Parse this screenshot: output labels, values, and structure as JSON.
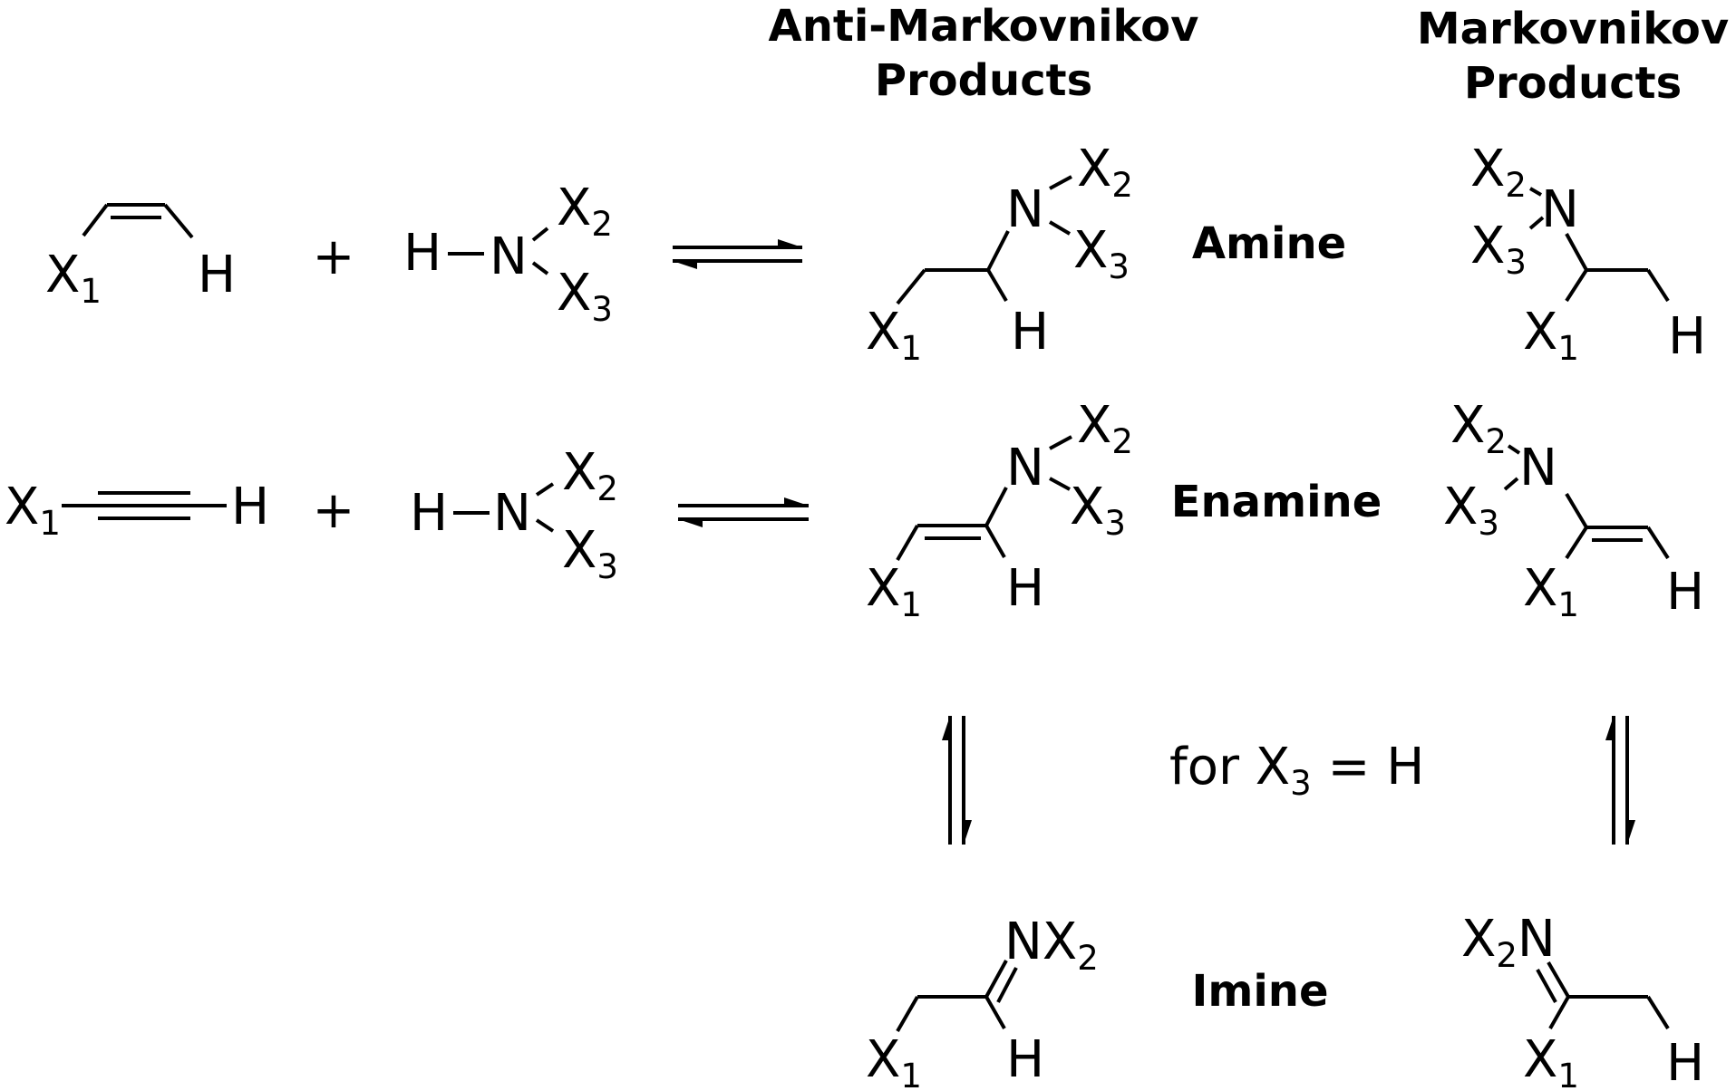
{
  "headers": {
    "anti_markovnikov": [
      "Anti-Markovnikov",
      "Products"
    ],
    "markovnikov": [
      "Markovnikov",
      "Products"
    ]
  },
  "product_classes": {
    "amine": "Amine",
    "enamine": "Enamine",
    "imine": "Imine"
  },
  "condition": {
    "prefix": "for X",
    "subscript": "3",
    "suffix": " = H"
  },
  "reactants": {
    "plus_sign": "+"
  },
  "atoms": {
    "X": "X",
    "H": "H",
    "N": "N",
    "NX": "NX",
    "sub_1": "1",
    "sub_2": "2",
    "sub_3": "3"
  },
  "colors": {
    "ink": "#000000",
    "background": "#ffffff"
  }
}
